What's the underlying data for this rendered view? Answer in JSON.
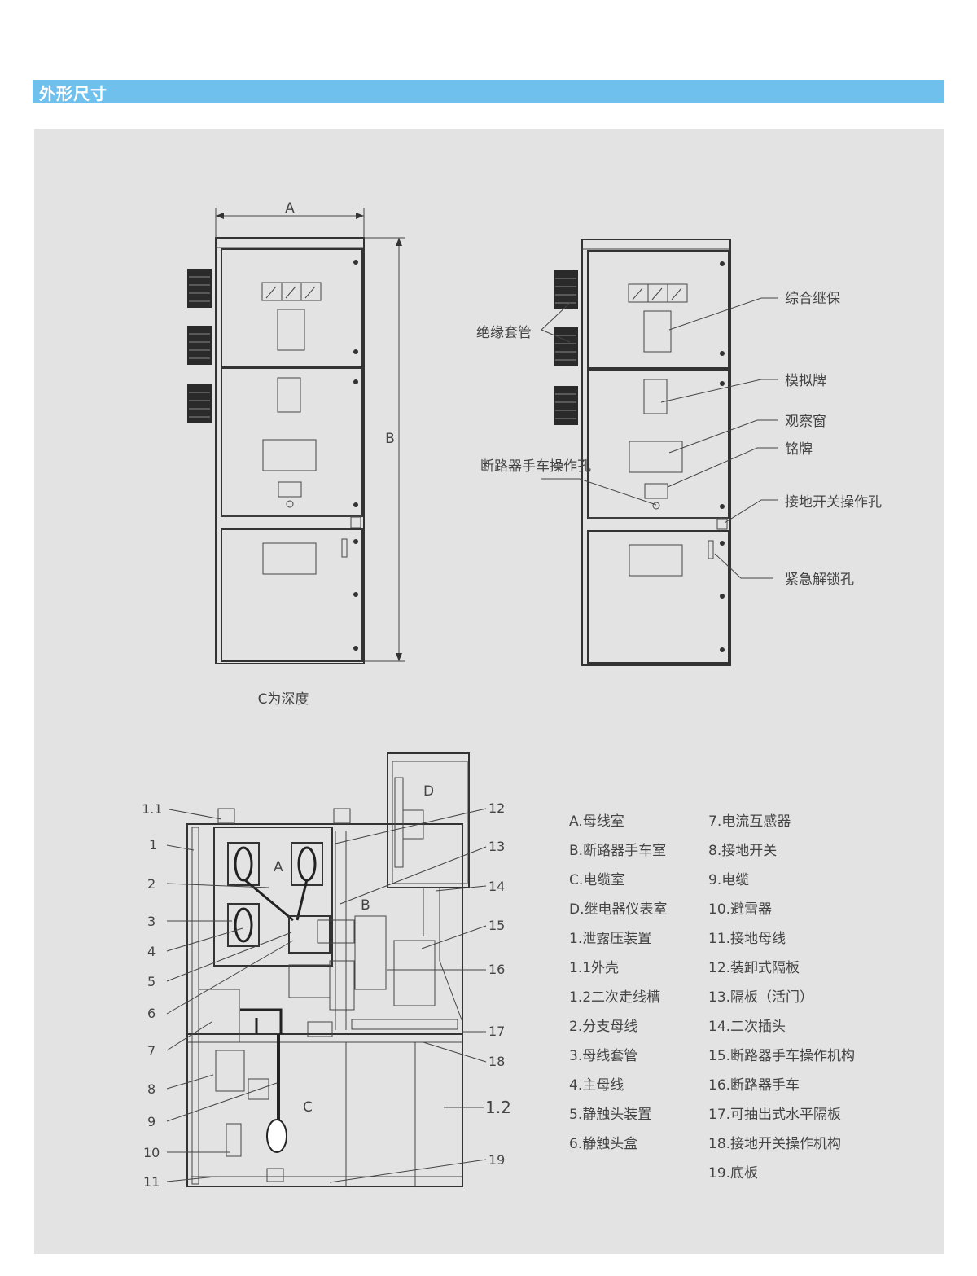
{
  "header": {
    "title": "外形尺寸"
  },
  "front_view": {
    "dim_a": "A",
    "dim_b": "B",
    "depth_note": "C为深度"
  },
  "labeled_view": {
    "labels": [
      "绝缘套管",
      "断路器手车操作孔",
      "综合继保",
      "模拟牌",
      "观察窗",
      "铭牌",
      "接地开关操作孔",
      "紧急解锁孔"
    ]
  },
  "section_view": {
    "compartments": [
      "A",
      "B",
      "C",
      "D"
    ],
    "left_callouts": [
      "1.1",
      "1",
      "2",
      "3",
      "4",
      "5",
      "6",
      "7",
      "8",
      "9",
      "10",
      "11"
    ],
    "right_callouts": [
      "12",
      "13",
      "14",
      "15",
      "16",
      "17",
      "18",
      "1.2",
      "19"
    ]
  },
  "legend": {
    "col1": [
      "A.母线室",
      "B.断路器手车室",
      "C.电缆室",
      "D.继电器仪表室",
      "1.泄露压装置",
      "1.1外壳",
      "1.2二次走线槽",
      "2.分支母线",
      "3.母线套管",
      "4.主母线",
      "5.静触头装置",
      "6.静触头盒"
    ],
    "col2": [
      "7.电流互感器",
      "8.接地开关",
      "9.电缆",
      "10.避雷器",
      "11.接地母线",
      "12.装卸式隔板",
      "13.隔板（活门）",
      "14.二次插头",
      "15.断路器手车操作机构",
      "16.断路器手车",
      "17.可抽出式水平隔板",
      "18.接地开关操作机构",
      "19.底板"
    ]
  }
}
